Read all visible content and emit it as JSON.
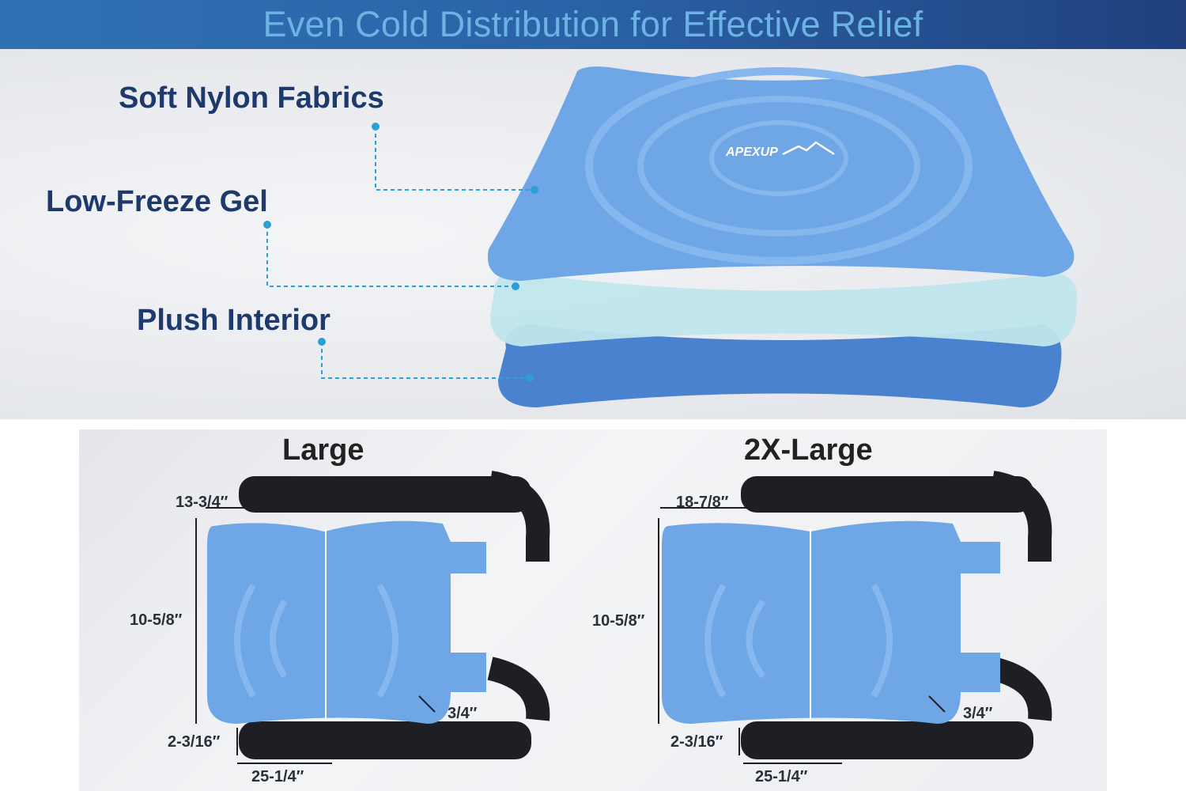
{
  "header": {
    "title": "Even Cold Distribution for Effective  Relief"
  },
  "features": [
    {
      "label": "Soft Nylon Fabrics"
    },
    {
      "label": "Low-Freeze Gel"
    },
    {
      "label": "Plush Interior"
    }
  ],
  "product": {
    "brand": "APEXUP"
  },
  "sizes": [
    {
      "name": "Large",
      "width": "13-3/4″",
      "height": "10-5/8″",
      "strap_width": "2-3/16″",
      "strap_length": "25-1/4″",
      "border": "3/4″"
    },
    {
      "name": "2X-Large",
      "width": "18-7/8″",
      "height": "10-5/8″",
      "strap_width": "2-3/16″",
      "strap_length": "25-1/4″",
      "border": "3/4″"
    }
  ],
  "colors": {
    "accent": "#2a9fd8",
    "navy": "#1e3a6c",
    "pack_blue": "#6fa6e6"
  }
}
